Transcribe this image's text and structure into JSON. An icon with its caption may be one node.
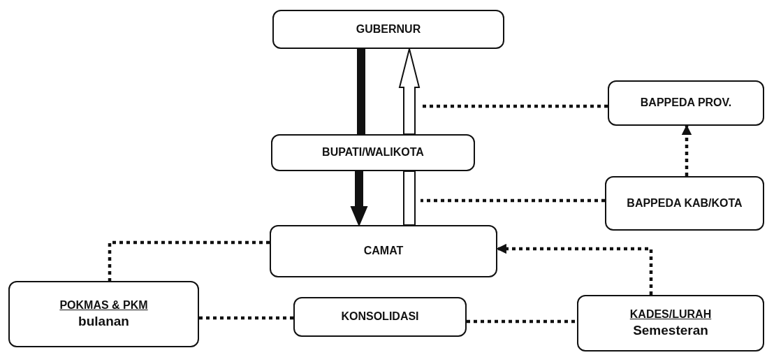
{
  "diagram": {
    "nodes": [
      {
        "text": [
          "GUBERNUR"
        ]
      },
      {
        "text": [
          "BAPPEDA PROV."
        ]
      },
      {
        "text": [
          "BUPATI/WALIKOTA"
        ]
      },
      {
        "text": [
          "BAPPEDA KAB/KOTA"
        ]
      },
      {
        "text": [
          "CAMAT"
        ]
      },
      {
        "text": [
          "POKMAS & PKM",
          "bulanan"
        ]
      },
      {
        "text": [
          "KONSOLIDASI"
        ]
      },
      {
        "text": [
          "KADES/LURAH",
          "Semesteran"
        ]
      }
    ],
    "edges": [
      {
        "from": 0,
        "to": 2,
        "arrow": "none",
        "style": "thick"
      },
      {
        "from": 2,
        "to": 4,
        "arrow": "to",
        "style": "thick"
      },
      {
        "from": 4,
        "to": 2,
        "arrow": "none",
        "style": "thick",
        "color": "#ffffff"
      },
      {
        "from": 2,
        "to": 0,
        "arrow": "to",
        "style": "thick",
        "color": "#ffffff"
      },
      {
        "from": 1,
        "to": null,
        "arrow": "none",
        "style": "dashed"
      },
      {
        "from": 3,
        "to": null,
        "arrow": "none",
        "style": "dashed"
      },
      {
        "from": 3,
        "to": 1,
        "arrow": "to",
        "style": "dashed"
      },
      {
        "from": 4,
        "to": 5,
        "arrow": "none",
        "style": "dashed"
      },
      {
        "from": 5,
        "to": 6,
        "arrow": "none",
        "style": "dashed"
      },
      {
        "from": 6,
        "to": 7,
        "arrow": "none",
        "style": "dashed"
      },
      {
        "from": 7,
        "to": 4,
        "arrow": "to",
        "style": "dashed"
      }
    ]
  }
}
